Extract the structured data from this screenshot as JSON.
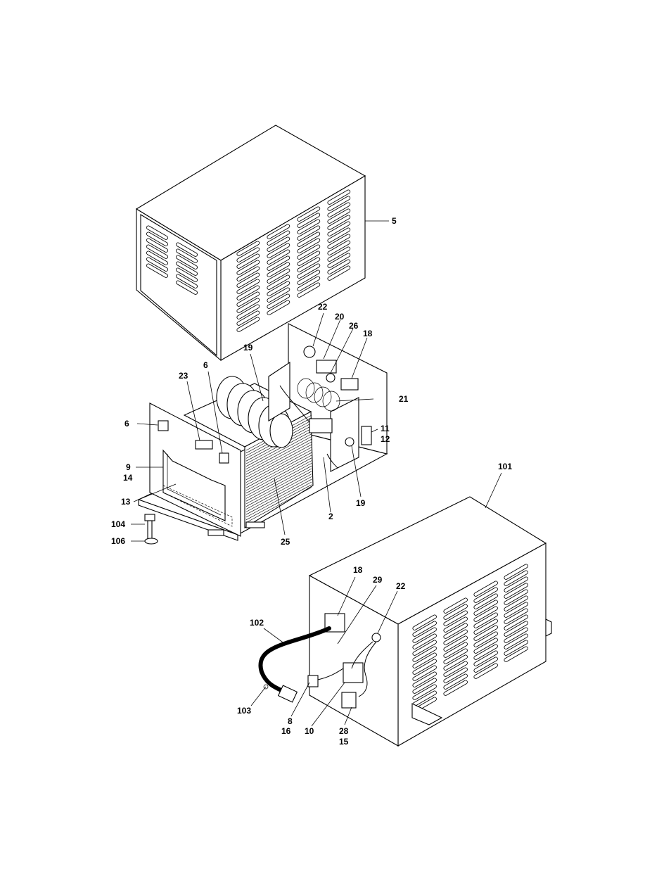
{
  "callouts": {
    "c5": "5",
    "c22a": "22",
    "c20": "20",
    "c26": "26",
    "c18a": "18",
    "c19a": "19",
    "c6a": "6",
    "c23": "23",
    "c6b": "6",
    "c21": "21",
    "c11": "11",
    "c12": "12",
    "c9": "9",
    "c14": "14",
    "c13": "13",
    "c104": "104",
    "c106": "106",
    "c25": "25",
    "c2": "2",
    "c19b": "19",
    "c101": "101",
    "c18b": "18",
    "c29": "29",
    "c22b": "22",
    "c102": "102",
    "c103": "103",
    "c8": "8",
    "c16": "16",
    "c10": "10",
    "c28": "28",
    "c15": "15"
  }
}
